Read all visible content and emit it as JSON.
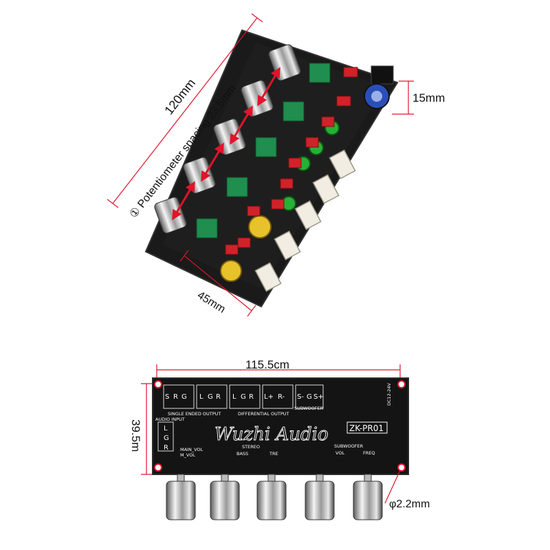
{
  "top_board": {
    "length_label": "120mm",
    "spacing_label": "① Potentiometer spacing 23.5mm",
    "width_label": "45mm",
    "height_label": "15mm"
  },
  "bottom_board": {
    "length_label": "115.5cm",
    "height_label": "39.5m",
    "hole_label": "φ2.2mm",
    "model": "ZK-PR01",
    "brand": "Wuzhi Audio",
    "silkscreen": {
      "single_ended_output": "SINGLE ENDED OUTPUT",
      "differential_output": "DIFFERENTIAL OUTPUT",
      "audio_input": "AUDIO INPUT",
      "subwoofer": "SUBWOOFER",
      "stereo": "STEREO",
      "main_vol": "MAIN_VOL",
      "m_vol": "M_VOL",
      "bass": "BASS",
      "tre": "TRE",
      "vol": "VOL",
      "freq": "FREQ",
      "dc": "DC12-24V",
      "pins_top": [
        "S",
        "R",
        "G",
        "L",
        "G",
        "R",
        "L",
        "G",
        "R",
        "L+",
        "R-",
        "S-",
        "G",
        "S+"
      ],
      "pins_input": [
        "L",
        "G",
        "R"
      ]
    }
  }
}
